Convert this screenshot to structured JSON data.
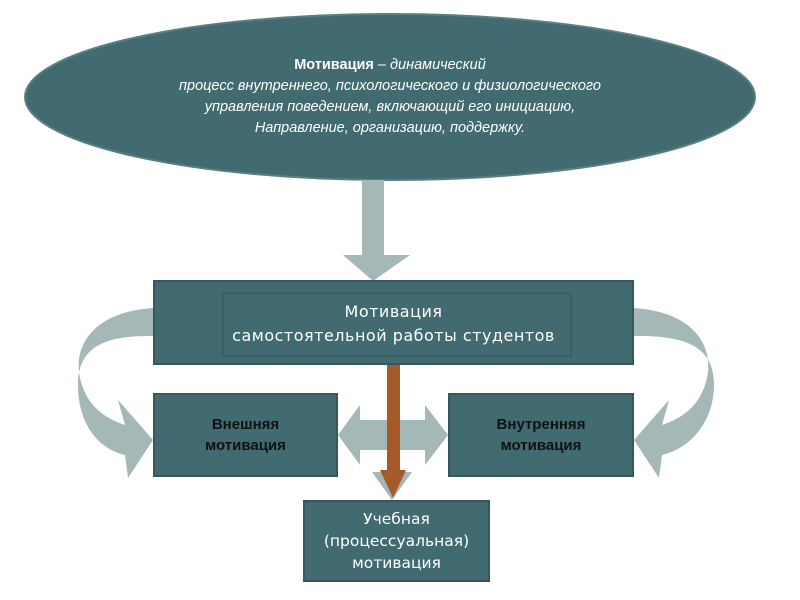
{
  "definition": {
    "term": "Мотивация",
    "dash": " – ",
    "line1_rest": "динамический",
    "line2": "процесс внутреннего, психологического и физиологического",
    "line3": "управления поведением, включающий его инициацию,",
    "line4": "Направление, организацию, поддержку."
  },
  "main_box": {
    "line1": "Мотивация",
    "line2": "самостоятельной работы студентов"
  },
  "external_box": {
    "line1": "Внешняя",
    "line2": "мотивация"
  },
  "internal_box": {
    "line1": "Внутренняя",
    "line2": "мотивация"
  },
  "learning_box": {
    "line1": "Учебная",
    "line2": "(процессуальная)",
    "line3": "мотивация"
  },
  "colors": {
    "box": "#416b70",
    "arrow_gray": "#a4b8b8",
    "arrow_brown": "#a65a2a"
  }
}
